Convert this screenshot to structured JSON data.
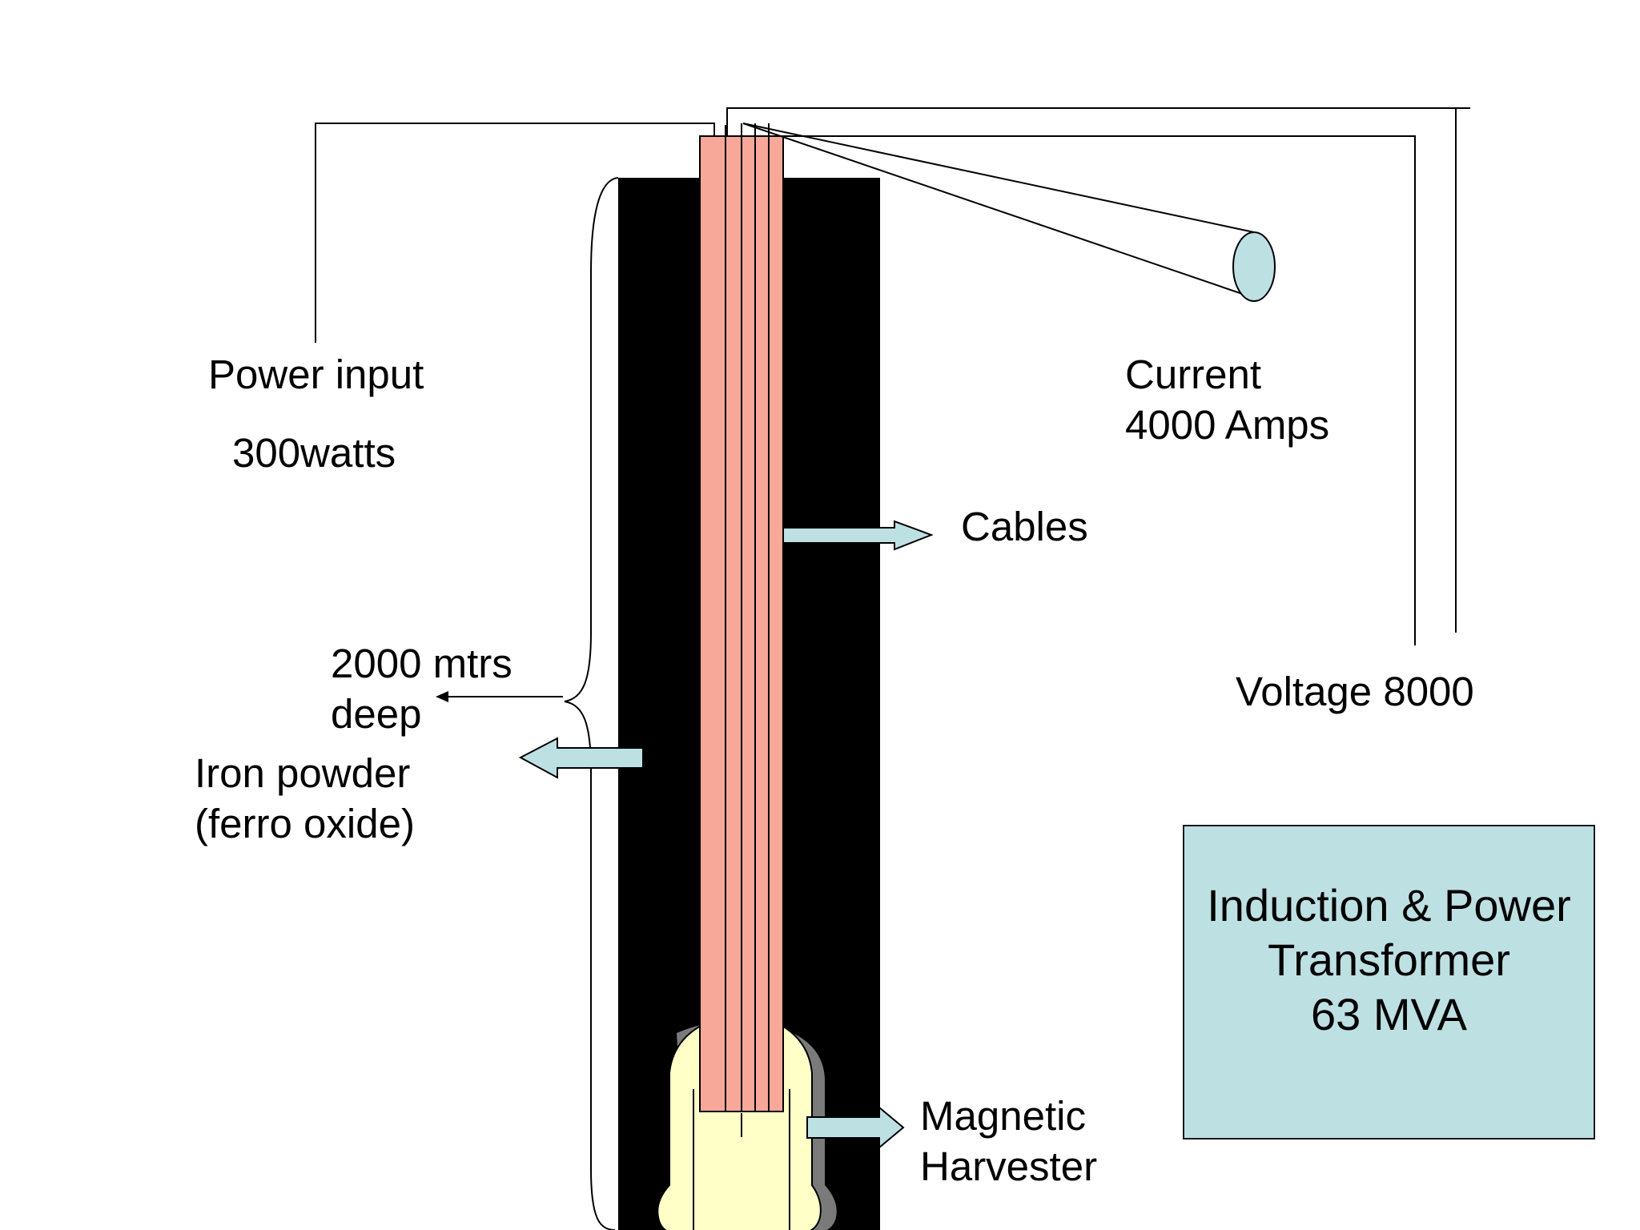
{
  "labels": {
    "power_input": "Power input",
    "power_watts": "300watts",
    "current": "Current",
    "current_amps": "4000 Amps",
    "cables": "Cables",
    "depth_line1": "2000 mtrs",
    "depth_line2": "deep",
    "iron_line1": "Iron powder",
    "iron_line2": "(ferro oxide)",
    "voltage": "Voltage 8000",
    "harvester_line1": "Magnetic",
    "harvester_line2": "Harvester"
  },
  "transformer": {
    "line1": "Induction & Power",
    "line2": "Transformer",
    "line3": "63 MVA"
  },
  "colors": {
    "borehole": "#000000",
    "cables": "#f8a898",
    "harvester": "#ffffc8",
    "harvester_shadow": "#7a7a7a",
    "arrows": "#bde0e3",
    "transformer_box": "#bde0e3",
    "current_probe": "#bde0e3"
  }
}
